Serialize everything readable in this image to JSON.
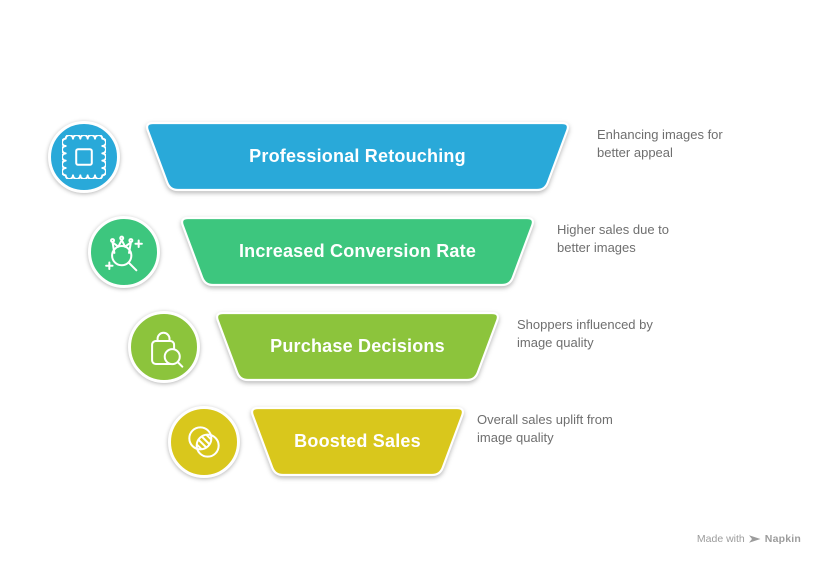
{
  "page": {
    "background": "#ffffff"
  },
  "funnel": {
    "levels": [
      {
        "title": "Professional Retouching",
        "description": [
          "Enhancing images for",
          "better appeal"
        ],
        "color": "#29A9D9",
        "icon": "stamp-icon"
      },
      {
        "title": "Increased Conversion Rate",
        "description": [
          "Higher sales due to",
          "better images"
        ],
        "color": "#3DC67E",
        "icon": "crown-magnifier-icon"
      },
      {
        "title": "Purchase Decisions",
        "description": [
          "Shoppers influenced by",
          "image quality"
        ],
        "color": "#8CC43C",
        "icon": "bag-magnifier-icon"
      },
      {
        "title": "Boosted Sales",
        "description": [
          "Overall sales uplift from",
          "image quality"
        ],
        "color": "#D9C71C",
        "icon": "venn-diagram-icon"
      }
    ]
  },
  "footer": {
    "made_with": "Made with",
    "brand": "Napkin"
  },
  "text_colors": {
    "label": "#ffffff",
    "description": "#6F6F6F",
    "watermark": "#9C9C9C"
  }
}
